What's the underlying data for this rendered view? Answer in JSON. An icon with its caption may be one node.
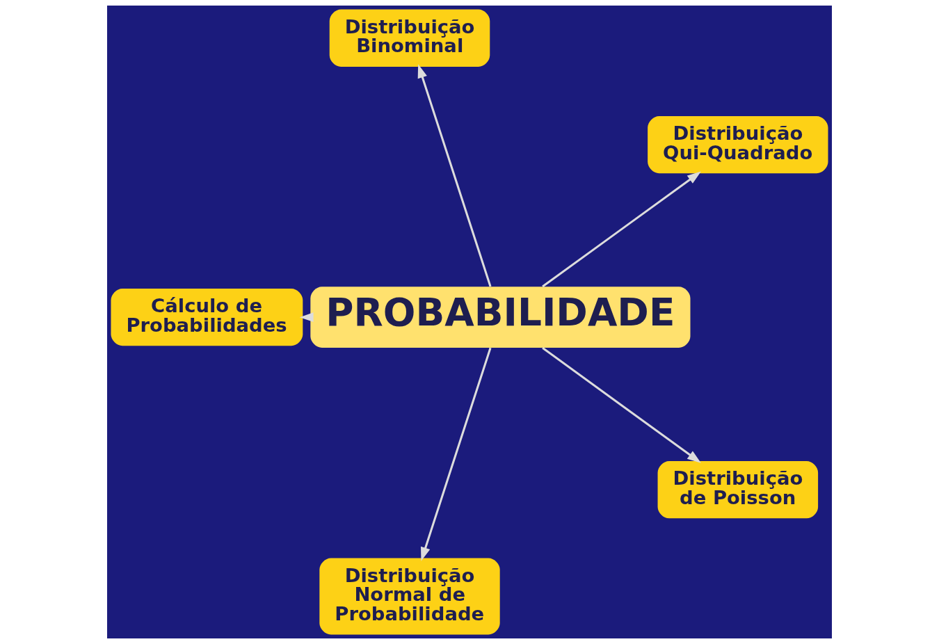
{
  "diagram": {
    "nodes": [
      {
        "text": [
          "Distribuição Binominal"
        ]
      },
      {
        "text": [
          "Distribuição Qui-Quadrado"
        ]
      },
      {
        "text": [
          "PROBABILIDADE"
        ]
      },
      {
        "text": [
          "Cálculo de Probabilidades"
        ]
      },
      {
        "text": [
          "Distribuição de Poisson"
        ]
      },
      {
        "text": [
          "Distribuição Normal de Probabilidade"
        ]
      }
    ],
    "edges": [
      {
        "from": 2,
        "to": 0,
        "arrow": "to"
      },
      {
        "from": 2,
        "to": 1,
        "arrow": "to"
      },
      {
        "from": 2,
        "to": 3,
        "arrow": "to"
      },
      {
        "from": 2,
        "to": 5,
        "arrow": "to"
      },
      {
        "from": 2,
        "to": 4,
        "arrow": "to"
      }
    ]
  }
}
